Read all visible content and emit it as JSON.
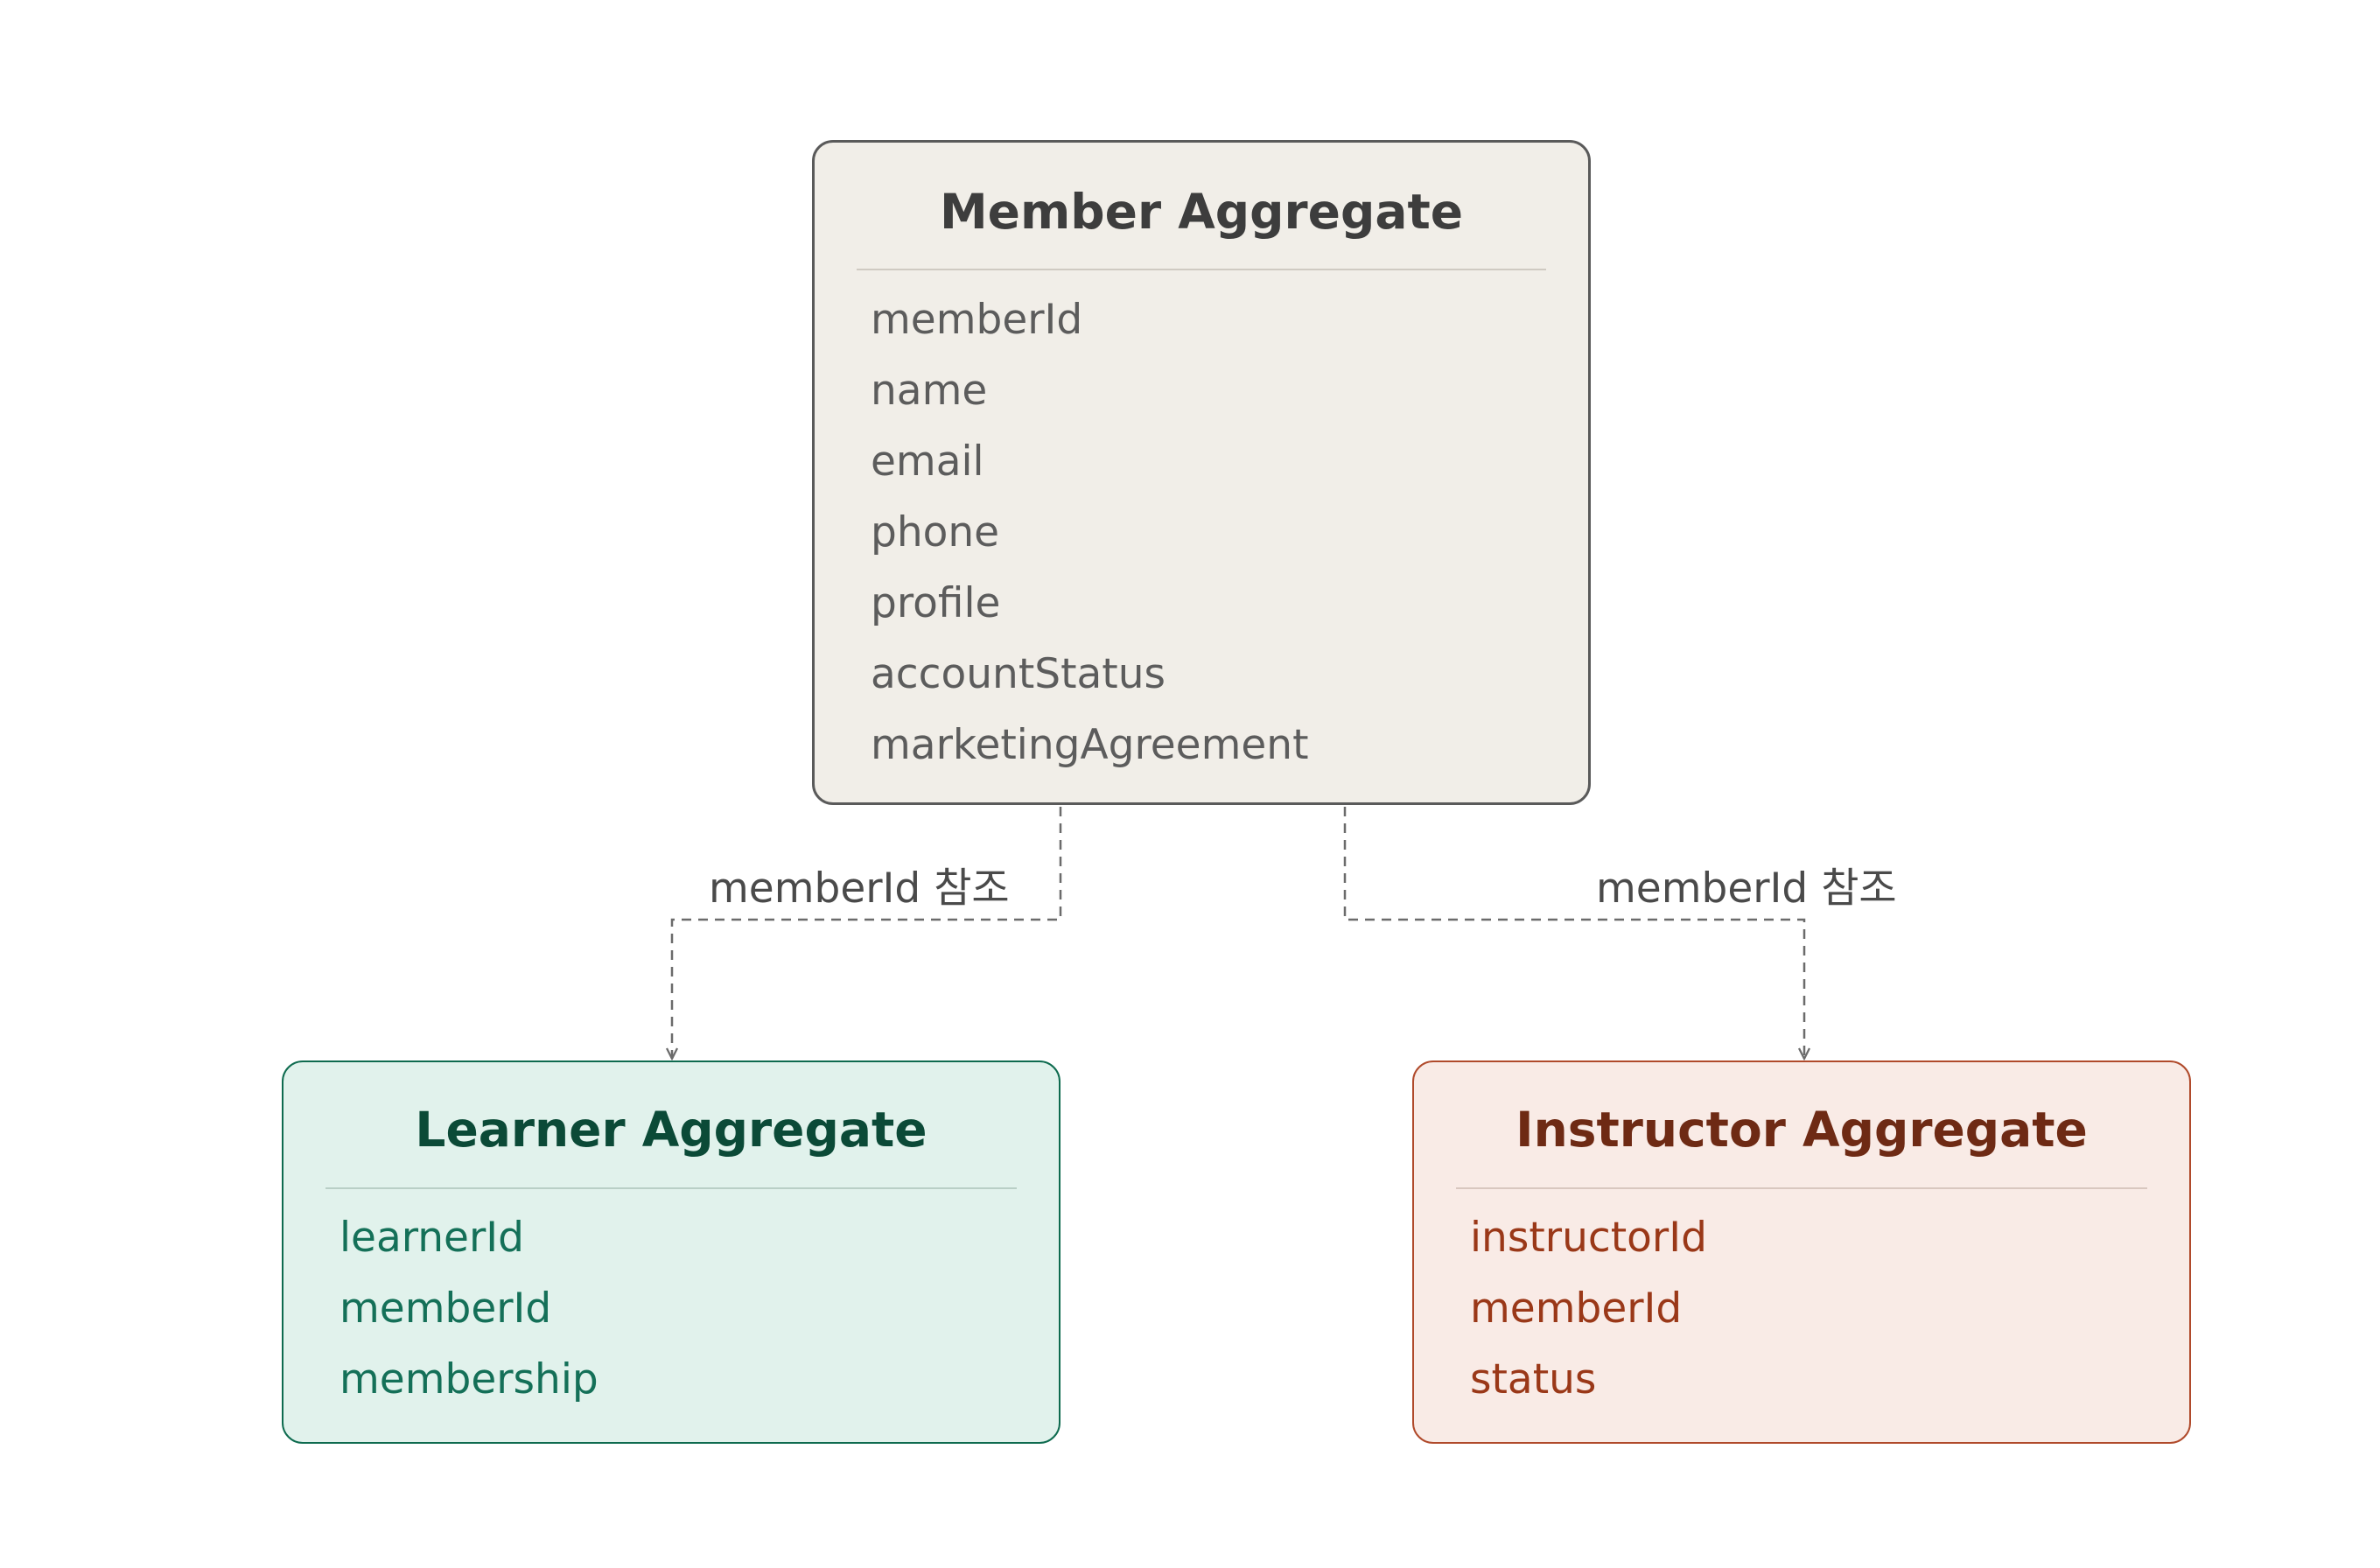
{
  "member": {
    "title": "Member Aggregate",
    "fields": [
      "memberId",
      "name",
      "email",
      "phone",
      "profile",
      "accountStatus",
      "marketingAgreement"
    ]
  },
  "learner": {
    "title": "Learner Aggregate",
    "fields": [
      "learnerId",
      "memberId",
      "membership"
    ]
  },
  "instructor": {
    "title": "Instructor Aggregate",
    "fields": [
      "instructorId",
      "memberId",
      "status"
    ]
  },
  "edges": [
    {
      "from": "Member Aggregate",
      "to": "Learner Aggregate",
      "label": "memberId 참조"
    },
    {
      "from": "Member Aggregate",
      "to": "Instructor Aggregate",
      "label": "memberId 참조"
    }
  ],
  "colors": {
    "member_fill": "#f1eee8",
    "member_border": "#5a5a5a",
    "learner_fill": "#e1f2ec",
    "learner_border": "#0e6b4f",
    "learner_text": "#147058",
    "instructor_fill": "#f9ebe6",
    "instructor_border": "#b04a2b",
    "instructor_text": "#9a3818",
    "connector": "#6b6b6b"
  }
}
